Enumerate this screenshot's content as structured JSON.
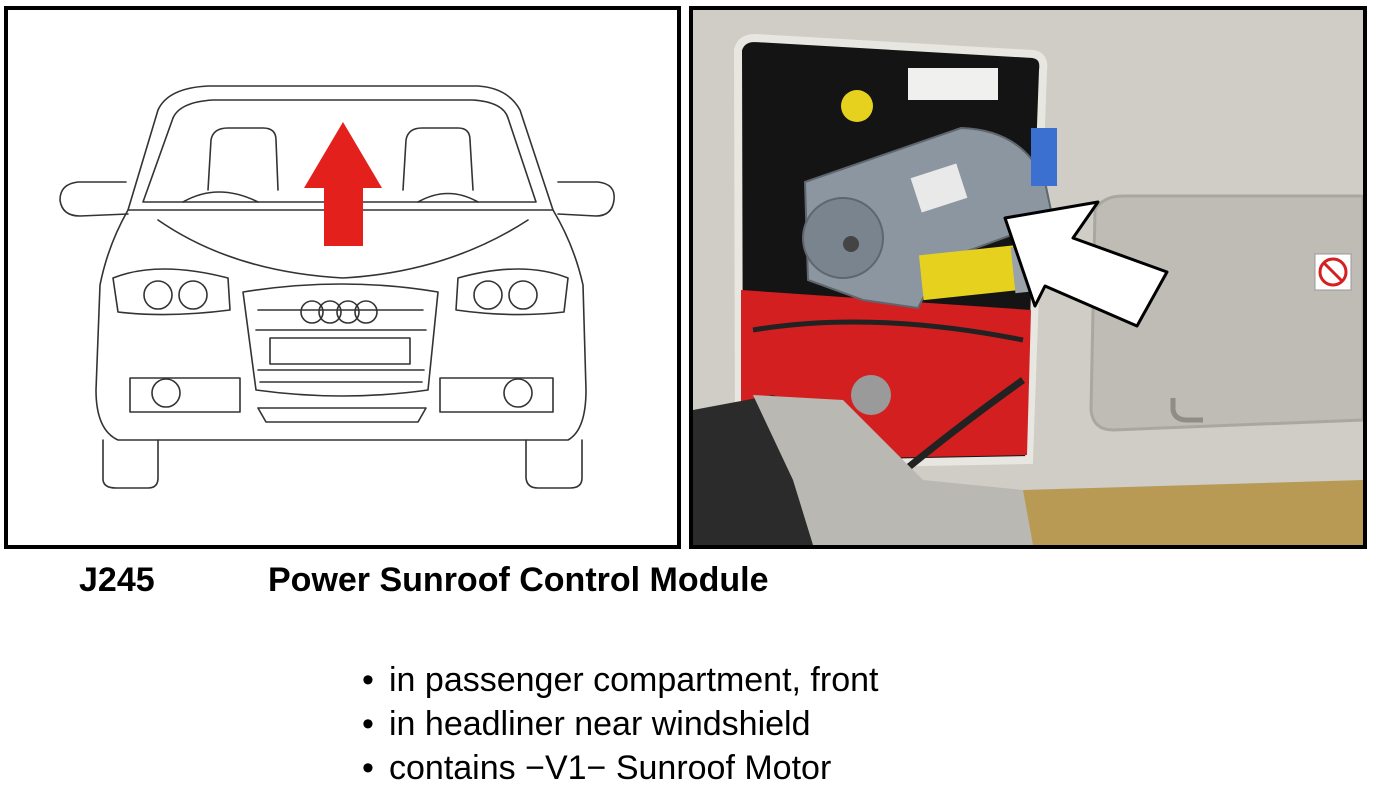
{
  "module": {
    "code": "J245",
    "title": "Power Sunroof Control Module"
  },
  "bullet_glyph": "•",
  "locations": [
    "in passenger compartment, front",
    "in headliner near windshield",
    "contains −V1− Sunroof Motor"
  ],
  "colors": {
    "arrow": "#e4201c",
    "headliner": "#cfcdc6",
    "bracket": "#d41f20",
    "module_housing": "#8c96a0",
    "motor_label": "#e6d21e"
  },
  "icons": {
    "location_arrow": "up-arrow-icon",
    "callout_arrow": "pointer-arrow-icon",
    "warning_sticker": "no-smoking-icon"
  }
}
